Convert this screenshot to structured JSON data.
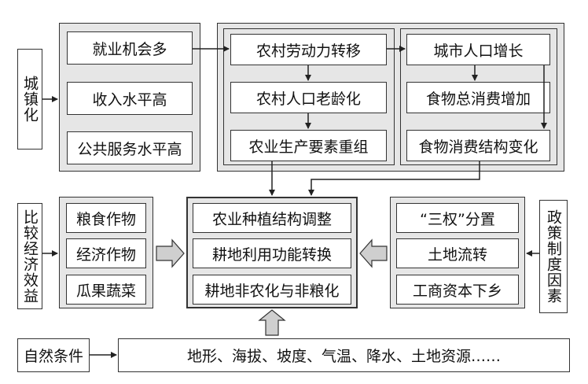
{
  "drivers": {
    "urbanization": "城镇化",
    "comparative_benefit": "比较经济效益",
    "policy_institution": "政策制度因素",
    "natural_conditions": "自然条件"
  },
  "urban_effects": [
    "就业机会多",
    "收入水平高",
    "公共服务水平高"
  ],
  "rural_chain": {
    "labor_transfer": "农村劳动力转移",
    "aging": "农村人口老龄化",
    "factor_reorg": "农业生产要素重组"
  },
  "urban_chain": {
    "population_growth": "城市人口增长",
    "food_consumption_increase": "食物总消费增加",
    "food_structure_change": "食物消费结构变化"
  },
  "crops": [
    "粮食作物",
    "经济作物",
    "瓜果蔬菜"
  ],
  "center": [
    "农业种植结构调整",
    "耕地利用功能转换",
    "耕地非农化与非粮化"
  ],
  "policy_items": [
    "“三权”分置",
    "土地流转",
    "工商资本下乡"
  ],
  "natural_detail": "地形、海拔、坡度、气温、降水、土地资源……"
}
